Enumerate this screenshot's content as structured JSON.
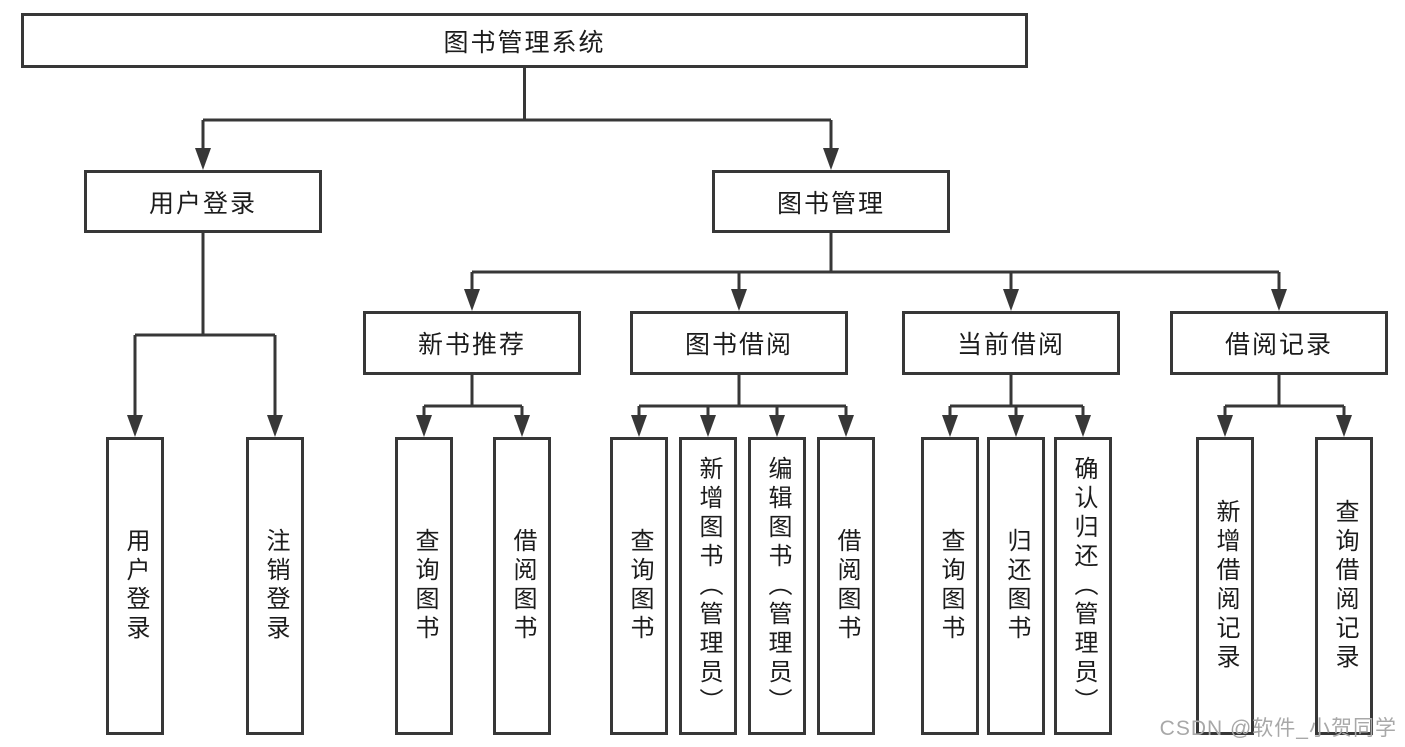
{
  "diagram_type": "hierarchy-tree",
  "tree": {
    "label": "图书管理系统",
    "children": [
      {
        "label": "用户登录",
        "children": [
          {
            "label": "用户登录"
          },
          {
            "label": "注销登录"
          }
        ]
      },
      {
        "label": "图书管理",
        "children": [
          {
            "label": "新书推荐",
            "children": [
              {
                "label": "查询图书"
              },
              {
                "label": "借阅图书"
              }
            ]
          },
          {
            "label": "图书借阅",
            "children": [
              {
                "label": "查询图书"
              },
              {
                "label": "新增图书（管理员）"
              },
              {
                "label": "编辑图书（管理员）"
              },
              {
                "label": "借阅图书"
              }
            ]
          },
          {
            "label": "当前借阅",
            "children": [
              {
                "label": "查询图书"
              },
              {
                "label": "归还图书"
              },
              {
                "label": "确认归还（管理员）"
              }
            ]
          },
          {
            "label": "借阅记录",
            "children": [
              {
                "label": "新增借阅记录"
              },
              {
                "label": "查询借阅记录"
              }
            ]
          }
        ]
      }
    ]
  },
  "watermark": {
    "text": "CSDN @软件_小贺同学"
  },
  "colors": {
    "line": "#373737",
    "box_border": "#373737",
    "text": "#1c1c1c",
    "watermark": "#a8a8a8",
    "background": "#ffffff"
  }
}
